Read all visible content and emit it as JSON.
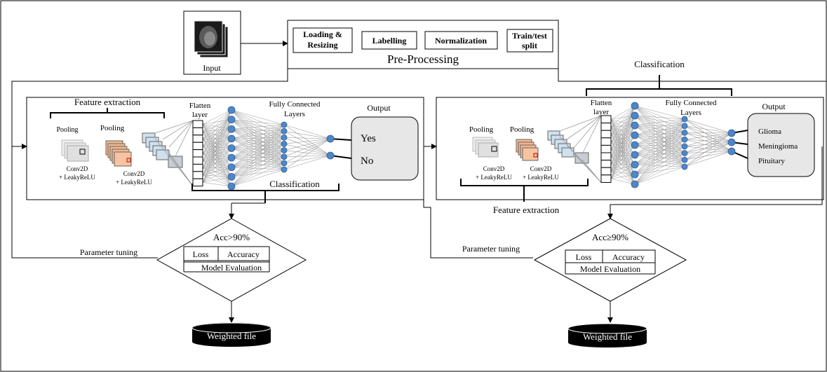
{
  "input": {
    "label": "Input"
  },
  "preprocessing": {
    "steps": [
      "Loading &",
      "Resizing",
      "Labelling",
      "Normalization",
      "Train/test",
      "split"
    ],
    "title": "Pre-Processing"
  },
  "left": {
    "feature_extraction": "Feature extraction",
    "pooling_1": "Pooling",
    "pooling_2": "Pooling",
    "conv_1": [
      "Conv2D",
      "+ LeakyReLU"
    ],
    "conv_2": [
      "Conv2D",
      "+ LeakyReLU"
    ],
    "flatten": [
      "Flatten",
      "layer"
    ],
    "fc": [
      "Fully Connected",
      "Layers"
    ],
    "classification": "Classification",
    "output_title": "Output",
    "outputs": [
      "Yes",
      "No"
    ],
    "decision": "Acc>90%",
    "loss": "Loss",
    "accuracy": "Accuracy",
    "model_eval": "Model Evaluation",
    "param_tuning": "Parameter  tuning",
    "weighted": "Weighted file"
  },
  "right": {
    "classification": "Classification",
    "pooling_1": "Pooling",
    "pooling_2": "Pooling",
    "conv_1": [
      "Conv2D",
      "+ LeakyReLU"
    ],
    "conv_2": [
      "Conv2D",
      "+ LeakyReLU"
    ],
    "flatten": [
      "Flatten",
      "layer"
    ],
    "fc": [
      "Fully Connected",
      "Layers"
    ],
    "output_title": "Output",
    "outputs": [
      "Glioma",
      "Meningioma",
      "Pituitary"
    ],
    "feature_extraction": "Feature extraction",
    "decision": "Acc≥90%",
    "loss": "Loss",
    "accuracy": "Accuracy",
    "model_eval": "Model Evaluation",
    "param_tuning": "Parameter  tuning",
    "weighted": "Weighted file"
  },
  "colors": {
    "node": "#4f86c6",
    "node_stroke": "#2f5f9a",
    "fmap_blue": "#cddff0",
    "fmap_orange": "#f6b78b",
    "fmap_gray": "#d9d9d9",
    "output_box": "#e7e7e7",
    "connection": "#9a9a9a",
    "cylinder": "#000000"
  }
}
